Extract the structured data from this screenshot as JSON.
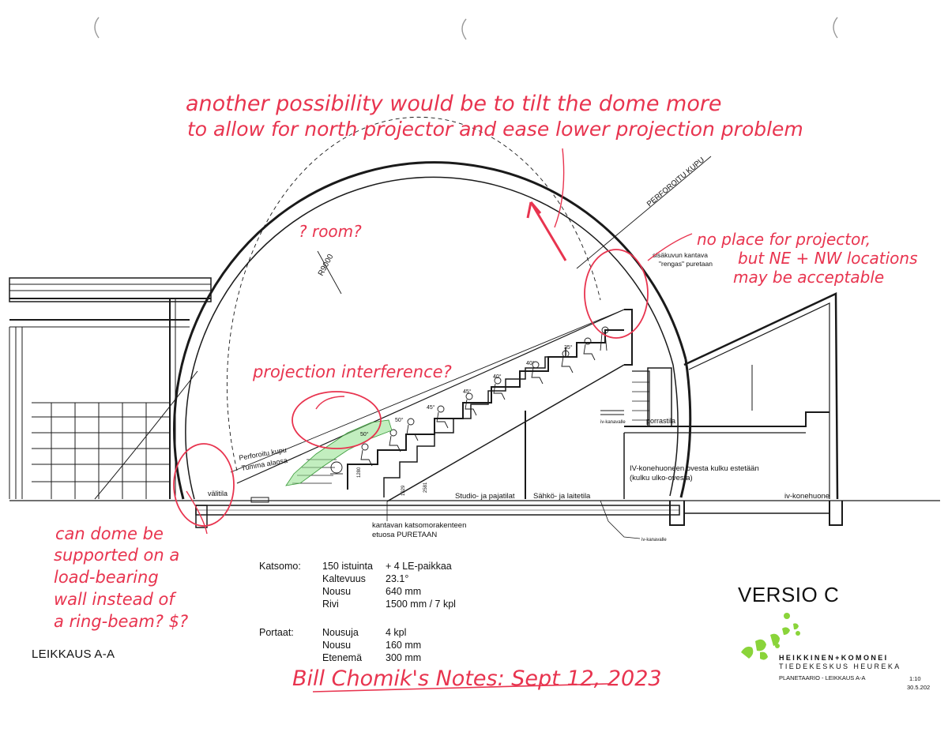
{
  "annotations": {
    "tilt_line1": "another possibility would be to tilt the dome more",
    "tilt_line2": "to allow for north projector and ease lower projection problem",
    "room": "? room?",
    "projector_line1": "no place for projector,",
    "projector_line2": "but NE + NW locations",
    "projector_line3": "may be acceptable",
    "interference": "projection interference?",
    "ringbeam_line1": "can dome be",
    "ringbeam_line2": "supported on a",
    "ringbeam_line3": "load-bearing",
    "ringbeam_line4": "wall instead of",
    "ringbeam_line5": "a ring-beam? $?",
    "signature": "Bill Chomik's Notes: Sept 12, 2023"
  },
  "drawing_labels": {
    "perforoitu_kupu": "PERFOROITU KUPU",
    "radius": "R9000",
    "sisakuvun_line1": "sisäkuvun kantava",
    "sisakuvun_line2": "\"rengas\" puretaan",
    "perforoitu_small": "Perforoitu kupu",
    "tumma_alaosa": "Tumma alaosa",
    "valitila": "välitila",
    "kantavan_line1": "kantavan katsomorakenteen",
    "kantavan_line2": "etuosa PURETAAN",
    "studio": "Studio- ja pajatilat",
    "sahko": "Sähkö- ja laitetila",
    "iv_konehuoneen_line1": "IV-konehuoneen ovesta kulku estetään",
    "iv_konehuoneen_line2": "(kulku ulko-ovesta)",
    "iv_konehuone": "iv-konehuone",
    "porrastila": "porrastila",
    "iv_kanava_1": "iv-kanavalle",
    "iv_kanava_2": "iv-kanavalle",
    "angles": [
      "35°",
      "40°",
      "40°",
      "45°",
      "45°",
      "50°",
      "50°"
    ],
    "dims": [
      "1280",
      "1929",
      "2581"
    ]
  },
  "specs": {
    "katsomo": {
      "heading": "Katsomo:",
      "rows": [
        {
          "k": "150 istuinta",
          "v": "+ 4 LE-paikkaa"
        },
        {
          "k": "Kaltevuus",
          "v": "23.1°"
        },
        {
          "k": "Nousu",
          "v": "640 mm"
        },
        {
          "k": "Rivi",
          "v": "1500 mm / 7 kpl"
        }
      ]
    },
    "portaat": {
      "heading": "Portaat:",
      "rows": [
        {
          "k": "Nousuja",
          "v": "4 kpl"
        },
        {
          "k": "Nousu",
          "v": "160 mm"
        },
        {
          "k": "Etenemä",
          "v": "300 mm"
        }
      ]
    }
  },
  "version": "VERSIO C",
  "section_title": "LEIKKAUS A-A",
  "title_block": {
    "firm": "HEIKKINEN+KOMONEI",
    "center": "TIEDEKESKUS HEUREKA",
    "sheet": "PLANETAARIO - LEIKKAUS A-A",
    "scale": "1:10",
    "date": "30.5.202"
  },
  "colors": {
    "annotation_red": "#e8344f",
    "line_black": "#1a1a1a",
    "highlight_green": "#8fe08a",
    "logo_green": "#8ad43a"
  }
}
